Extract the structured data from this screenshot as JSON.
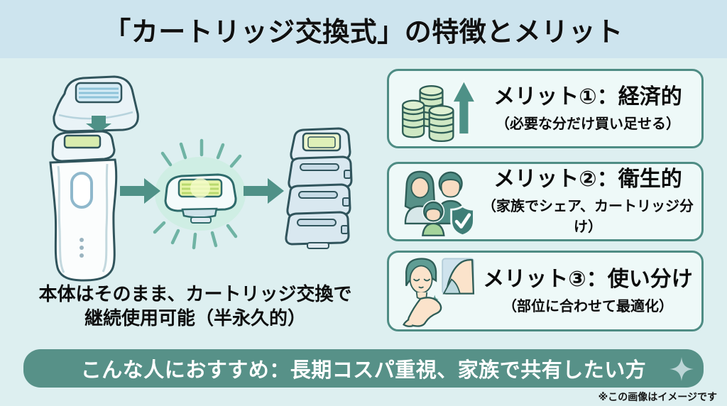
{
  "header": {
    "title": "「カートリッジ交換式」の特徴とメリット"
  },
  "left_panel": {
    "caption_line1": "本体はそのまま、カートリッジ交換で",
    "caption_line2": "継続使用可能（半永久的）",
    "illustration_parts": [
      "detached-cartridge",
      "down-arrow",
      "ipl-device-body",
      "right-arrow",
      "glowing-replacement-cartridge",
      "right-arrow",
      "cartridge-stack"
    ]
  },
  "merit_cards": [
    {
      "heading": "メリット①：経済的",
      "subtitle": "（必要な分だけ買い足せる）",
      "icon": "coins-growth-icon"
    },
    {
      "heading": "メリット②：衛生的",
      "subtitle": "（家族でシェア、カートリッジ分け）",
      "icon": "family-shield-check-icon"
    },
    {
      "heading": "メリット③：使い分け",
      "subtitle": "（部位に合わせて最適化）",
      "icon": "body-parts-icon"
    }
  ],
  "recommend_banner": {
    "text": "こんな人におすすめ：長期コスパ重視、家族で共有したい方",
    "icon": "sparkle-icon"
  },
  "footnote": "※この画像はイメージです",
  "colors": {
    "header_bg": "#cde4ee",
    "page_bg": "#ddeff0",
    "card_bg": "#eef9f8",
    "card_border": "#4e8c84",
    "banner_bg": "#579188",
    "accent_teal": "#4f9187",
    "coin_green": "#cfe8c4",
    "window_green": "#e8f5a8",
    "outline_dark": "#2e5d57",
    "text": "#111111"
  }
}
